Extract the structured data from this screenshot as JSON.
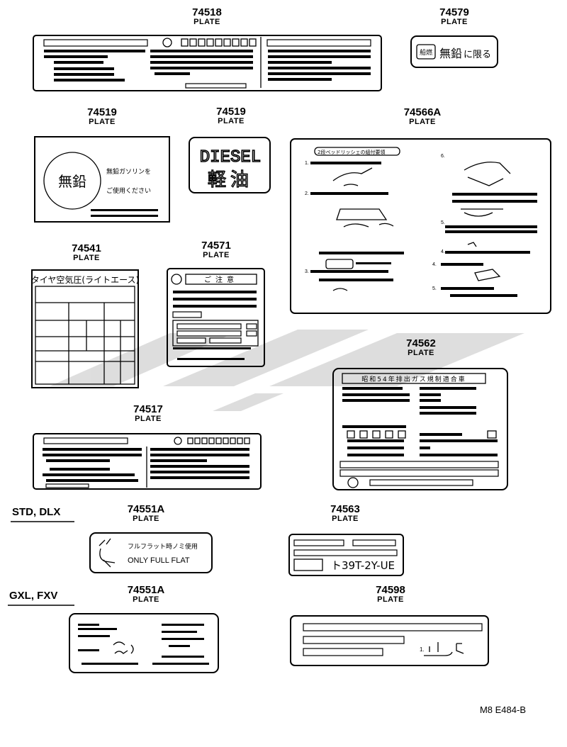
{
  "parts": {
    "p74518": {
      "number": "74518",
      "label": "PLATE"
    },
    "p74579": {
      "number": "74579",
      "label": "PLATE",
      "badge": "船燃",
      "text1": "無鉛",
      "text2": "に限る"
    },
    "p74519a": {
      "number": "74519",
      "label": "PLATE",
      "circle_text": "無鉛",
      "line1": "無鉛ガソリンを",
      "line2": "ご使用ください"
    },
    "p74519b": {
      "number": "74519",
      "label": "PLATE",
      "text1": "DIESEL",
      "text2": "軽油"
    },
    "p74566a": {
      "number": "74566A",
      "label": "PLATE",
      "header": "2段ベッドリッシェの組付要領"
    },
    "p74541": {
      "number": "74541",
      "label": "PLATE",
      "header": "タイヤ空気圧(ライトエース)"
    },
    "p74571": {
      "number": "74571",
      "label": "PLATE",
      "header": "ご注意"
    },
    "p74562": {
      "number": "74562",
      "label": "PLATE",
      "header": "昭和54年排出ガス規制適合車"
    },
    "p74517": {
      "number": "74517",
      "label": "PLATE"
    },
    "p74551a_std": {
      "number": "74551A",
      "label": "PLATE",
      "line1": "フルフラット時ノミ使用",
      "line2": "ONLY FULL FLAT"
    },
    "p74563": {
      "number": "74563",
      "label": "PLATE",
      "code": "ト39T-2Y-UE"
    },
    "p74551a_gxl": {
      "number": "74551A",
      "label": "PLATE"
    },
    "p74598": {
      "number": "74598",
      "label": "PLATE"
    }
  },
  "groups": {
    "std_dlx": "STD, DLX",
    "gxl_fxv": "GXL, FXV"
  },
  "reference": "M8  E484-B"
}
